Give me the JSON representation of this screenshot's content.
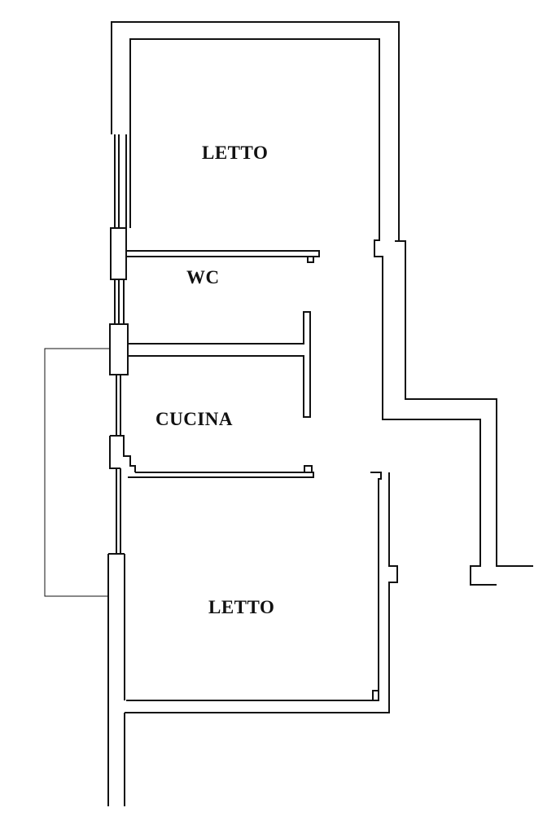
{
  "rooms": [
    {
      "id": "letto-top",
      "label": "LETTO"
    },
    {
      "id": "wc",
      "label": "WC"
    },
    {
      "id": "cucina",
      "label": "CUCINA"
    },
    {
      "id": "letto-bottom",
      "label": "LETTO"
    }
  ],
  "colors": {
    "ink": "#111111",
    "paper": "#ffffff"
  }
}
